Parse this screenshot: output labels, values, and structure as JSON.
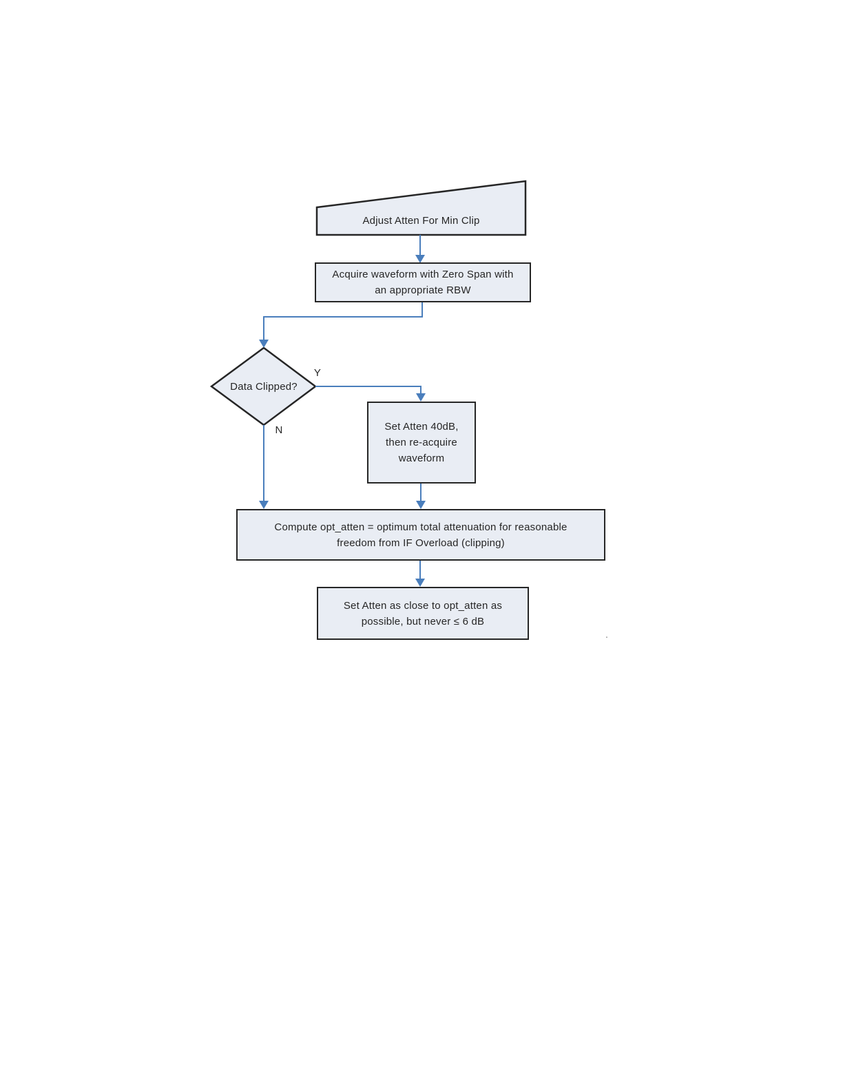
{
  "diagram": {
    "type": "flowchart",
    "title": "Adjust Atten For Min Clip",
    "nodes": {
      "start_banner": {
        "shape": "banner",
        "label": "Adjust Atten For Min Clip"
      },
      "acquire": {
        "shape": "process",
        "label": "Acquire waveform with Zero Span with\nan appropriate RBW"
      },
      "decision": {
        "shape": "decision",
        "label": "Data Clipped?"
      },
      "set_atten_40": {
        "shape": "process",
        "label": "Set Atten 40dB,\nthen re-acquire\nwaveform"
      },
      "compute_opt_atten": {
        "shape": "process",
        "label": "Compute opt_atten = optimum total attenuation for reasonable\nfreedom from IF Overload (clipping)"
      },
      "set_atten_final": {
        "shape": "process",
        "label": "Set Atten as close to opt_atten as\npossible, but never ≤ 6 dB"
      }
    },
    "branch_labels": {
      "yes": "Y",
      "no": "N"
    },
    "edges": [
      {
        "from": "start_banner",
        "to": "acquire",
        "label": ""
      },
      {
        "from": "acquire",
        "to": "decision",
        "label": ""
      },
      {
        "from": "decision",
        "to": "set_atten_40",
        "label": "Y"
      },
      {
        "from": "decision",
        "to": "compute_opt_atten",
        "label": "N"
      },
      {
        "from": "set_atten_40",
        "to": "compute_opt_atten",
        "label": ""
      },
      {
        "from": "compute_opt_atten",
        "to": "set_atten_final",
        "label": ""
      }
    ],
    "colors": {
      "node_fill": "#e9edf4",
      "node_border": "#262626",
      "connector": "#4a7ebc",
      "text": "#262626",
      "page_bg": "#ffffff"
    },
    "stray_mark": "."
  }
}
